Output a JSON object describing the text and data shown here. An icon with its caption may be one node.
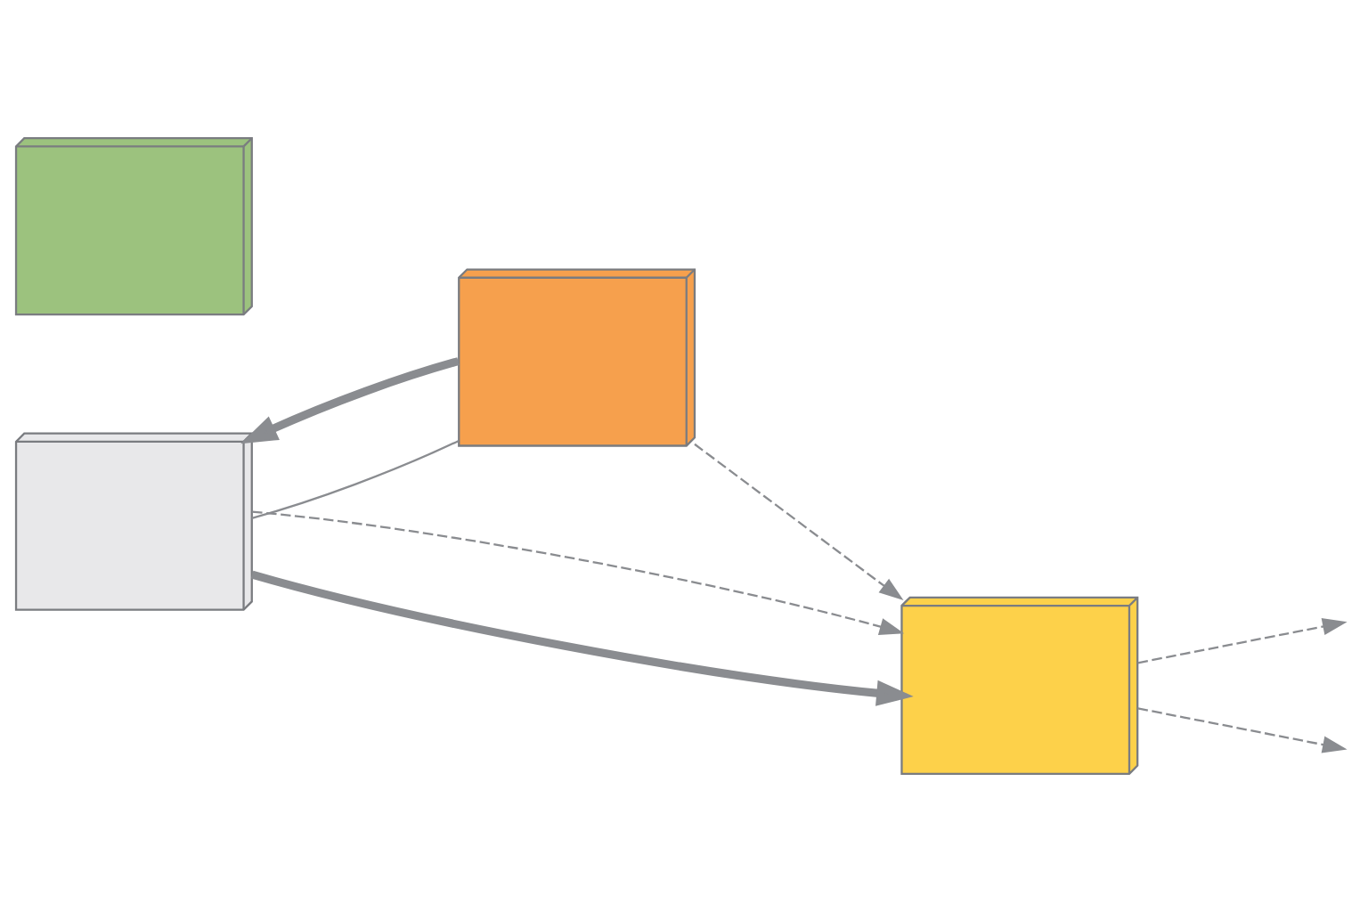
{
  "diagram": {
    "nodes": [
      {
        "text": [],
        "shape": "picture"
      },
      {
        "text": [],
        "shape": "picture"
      },
      {
        "text": [],
        "shape": "picture"
      },
      {
        "text": [],
        "shape": "picture"
      }
    ],
    "edges": [
      {
        "from": 1,
        "to": 0,
        "arrow": "to",
        "style": "thick"
      },
      {
        "from": 0,
        "to": 1,
        "arrow": "none"
      },
      {
        "from": 1,
        "to": 2,
        "arrow": "to",
        "style": "dashed"
      },
      {
        "from": 0,
        "to": 2,
        "arrow": "to",
        "style": "thick"
      },
      {
        "from": 2,
        "to": null,
        "arrow": "to",
        "style": "dashed"
      },
      {
        "from": 2,
        "to": null,
        "arrow": "to",
        "style": "dashed"
      },
      {
        "from": 0,
        "to": 2,
        "arrow": "to",
        "style": "dashed"
      }
    ]
  }
}
